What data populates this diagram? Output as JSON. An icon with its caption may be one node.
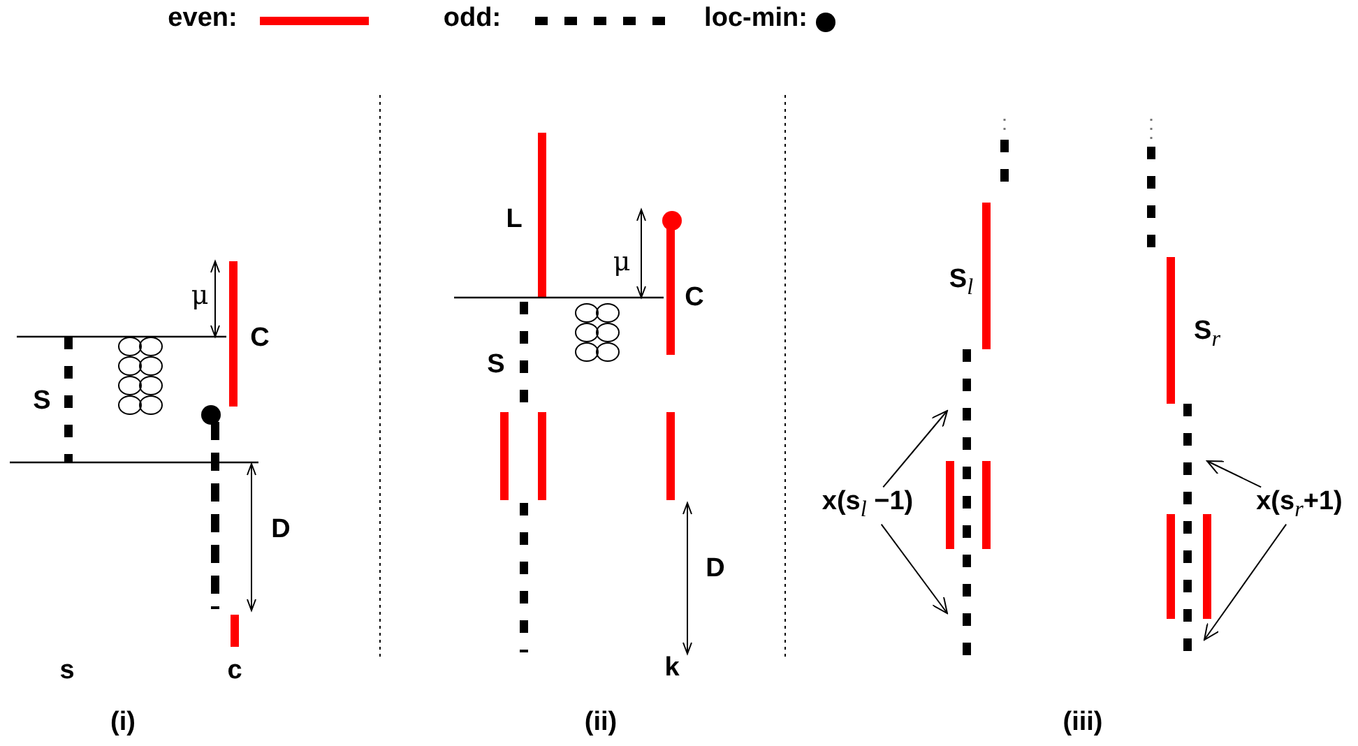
{
  "diagram": {
    "nodes": [
      {
        "text": [
          "x(s$_{l}$ −1)"
        ]
      },
      {
        "text": [
          "x(s$_{r}$+1)"
        ]
      }
    ],
    "edges": [
      {
        "from": 0,
        "to": null,
        "arrow": "to"
      },
      {
        "from": 0,
        "to": null,
        "arrow": "to"
      },
      {
        "from": 1,
        "to": null,
        "arrow": "to"
      },
      {
        "from": 1,
        "to": null,
        "arrow": "to"
      }
    ],
    "labels": [
      "S",
      "μ",
      "C",
      "D",
      "s",
      "c",
      "(i)",
      "L",
      "μ",
      "C",
      "S",
      "D",
      "k",
      "(ii)",
      "S$_{l}$",
      "S$_{r}$",
      "(iii)"
    ],
    "legend": [
      {
        "text": "even:"
      },
      {
        "text": "odd:"
      },
      {
        "text": "loc-min:"
      }
    ]
  }
}
